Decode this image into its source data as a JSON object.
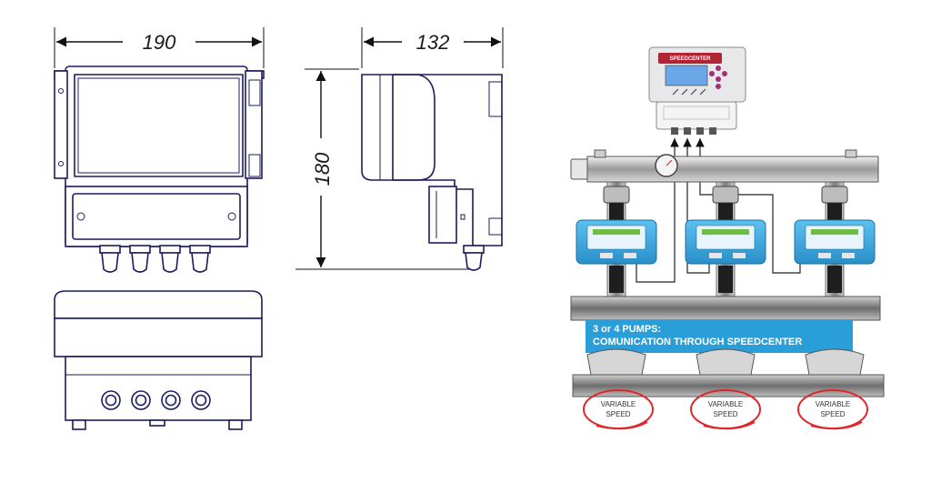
{
  "dimensions": {
    "width": "190",
    "depth": "132",
    "height": "180"
  },
  "controller": {
    "label": "SPEEDCENTER"
  },
  "banner": {
    "line1": "3 or 4 PUMPS:",
    "line2": "COMUNICATION THROUGH SPEEDCENTER"
  },
  "badges": [
    {
      "line1": "VARIABLE",
      "line2": "SPEED"
    },
    {
      "line1": "VARIABLE",
      "line2": "SPEED"
    },
    {
      "line1": "VARIABLE",
      "line2": "SPEED"
    }
  ],
  "colors": {
    "ink": "#1c1c5e",
    "banner": "#2a9ed8",
    "badge_ring": "#e0262b",
    "inverter_body": "#3aa6df"
  }
}
